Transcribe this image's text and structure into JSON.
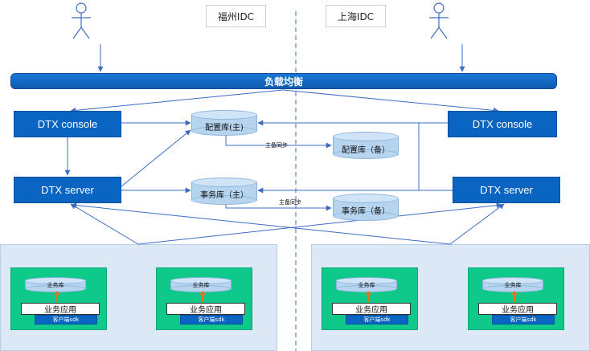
{
  "idc": {
    "left": "福州IDC",
    "right": "上海IDC"
  },
  "load_balancer": "负载均衡",
  "nodes": {
    "console_left": "DTX console",
    "console_right": "DTX console",
    "server_left": "DTX server",
    "server_right": "DTX server"
  },
  "dbs": {
    "config_main": "配置库(主)",
    "config_backup": "配置库（备）",
    "tx_main": "事务库（主）",
    "tx_backup": "事务库（备）"
  },
  "sync_label_1": "主备同步",
  "sync_label_2": "主备同步",
  "apps": [
    {
      "db": "业务库",
      "app": "业务应用",
      "sdk": "客户端sdk"
    },
    {
      "db": "业务库",
      "app": "业务应用",
      "sdk": "客户端sdk"
    },
    {
      "db": "业务库",
      "app": "业务应用",
      "sdk": "客户端sdk"
    },
    {
      "db": "业务库",
      "app": "业务应用",
      "sdk": "客户端sdk"
    }
  ],
  "colors": {
    "primary_blue": "#0a64c1",
    "app_green": "#0ec98a",
    "region_bg": "#dce8f5",
    "db_fill": "#b6d4ee",
    "arrow_orange": "#e4741d"
  }
}
